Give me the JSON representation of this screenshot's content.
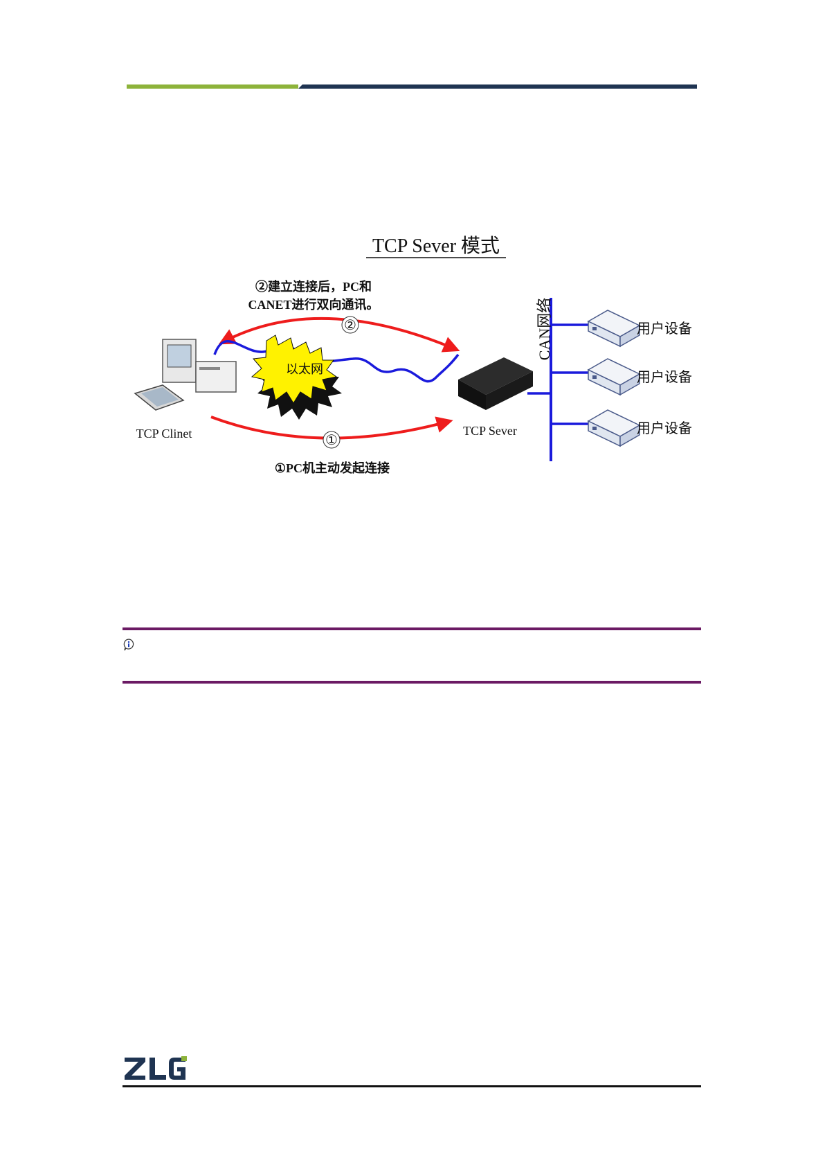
{
  "header": {
    "bar_green_color": "#8db33a",
    "bar_navy_color": "#1f3452"
  },
  "figure": {
    "title": "TCP Sever 模式",
    "step2_line1": "②建立连接后，PC和",
    "step2_line2": "CANET进行双向通讯。",
    "step2_marker": "②",
    "step1_marker": "①",
    "step1_caption": "①PC机主动发起连接",
    "ethernet_label": "以太网",
    "client_label": "TCP Clinet",
    "server_label": "TCP Sever",
    "can_label": "CAN网络",
    "devices": [
      "用户设备",
      "用户设备",
      "用户设备"
    ],
    "arrow_color": "#ee1c1c",
    "cable_color": "#1a1adc",
    "burst_color": "#fff200"
  },
  "note": {
    "icon": "info-icon",
    "rule_color": "#6b1a64"
  },
  "footer": {
    "logo_text": "ZLG",
    "logo_color": "#1f3452",
    "logo_accent": "#8db33a"
  }
}
